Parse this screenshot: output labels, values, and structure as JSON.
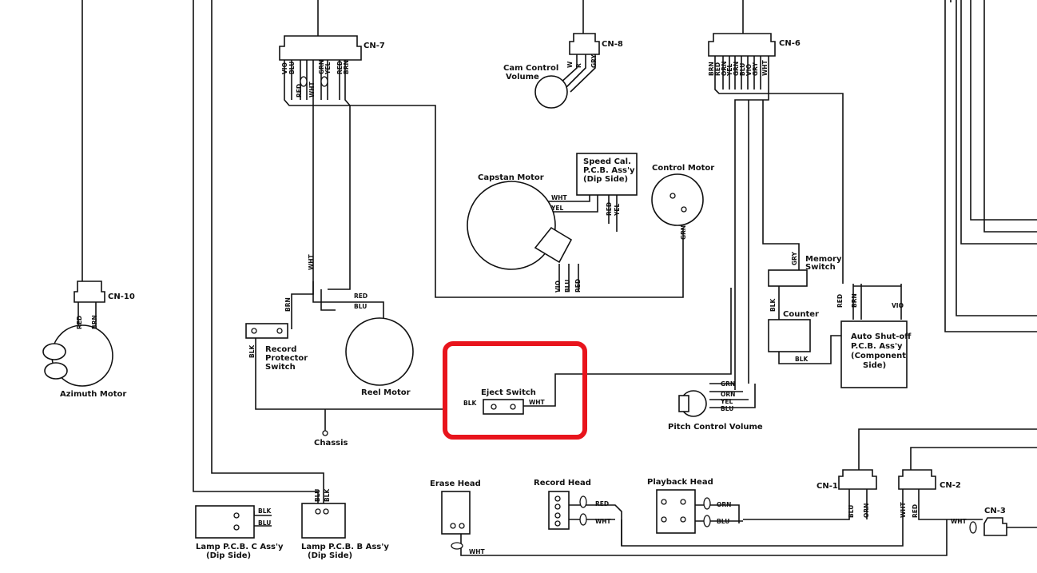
{
  "components": {
    "cn10": "CN-10",
    "azimuth_motor": "Azimuth Motor",
    "cn7": "CN-7",
    "cn8": "CN-8",
    "cn6": "CN-6",
    "cn1": "CN-1",
    "cn2": "CN-2",
    "cn3": "CN-3",
    "cam_control_1": "Cam Control",
    "cam_control_2": "Volume",
    "capstan_motor": "Capstan Motor",
    "speed_cal_1": "Speed Cal.",
    "speed_cal_2": "P.C.B. Ass'y",
    "speed_cal_3": "(Dip Side)",
    "control_motor": "Control Motor",
    "memory_switch_1": "Memory",
    "memory_switch_2": "Switch",
    "counter": "Counter",
    "auto_shutoff_1": "Auto Shut-off",
    "auto_shutoff_2": "P.C.B. Ass'y",
    "auto_shutoff_3": "(Component",
    "auto_shutoff_4": "Side)",
    "record_protector_1": "Record",
    "record_protector_2": "Protector",
    "record_protector_3": "Switch",
    "reel_motor": "Reel Motor",
    "eject_switch": "Eject Switch",
    "chassis": "Chassis",
    "pitch_control": "Pitch Control Volume",
    "erase_head": "Erase Head",
    "record_head": "Record Head",
    "playback_head": "Playback Head",
    "lamp_c_1": "Lamp P.C.B. C Ass'y",
    "lamp_c_2": "(Dip Side)",
    "lamp_b_1": "Lamp P.C.B. B Ass'y",
    "lamp_b_2": "(Dip Side)"
  },
  "wires": {
    "cn10_red": "RED",
    "cn10_brn": "BRN",
    "cn7_vio": "VIO",
    "cn7_blu": "BLU",
    "cn7_red": "RED",
    "cn7_wht": "WHT",
    "cn7_grn": "GRN",
    "cn7_yel": "YEL",
    "cn7_red2": "RED",
    "cn7_brn": "BRN",
    "cn8_w": "W",
    "cn8_r": "R",
    "cn8_gry": "GRY",
    "cn6_brn": "BRN",
    "cn6_red": "RED",
    "cn6_orn": "ORN",
    "cn6_yel": "YEL",
    "cn6_grn": "GRN",
    "cn6_blu": "BLU",
    "cn6_vio": "VIO",
    "cn6_gry": "GRY",
    "cn6_wht": "WHT",
    "speed_wht": "WHT",
    "speed_yel": "YEL",
    "speed_red": "RED",
    "speed_yel2": "YEL",
    "capstan_vio": "VIO",
    "capstan_blu": "BLU",
    "capstan_red": "RED",
    "control_grn": "GRN",
    "wht_main": "WHT",
    "reel_red": "RED",
    "reel_blu": "BLU",
    "rp_brn": "BRN",
    "rp_blk": "BLK",
    "eject_blk": "BLK",
    "eject_wht": "WHT",
    "mem_gry": "GRY",
    "counter_blk": "BLK",
    "counter_blk2": "BLK",
    "asp_red": "RED",
    "asp_brn": "BRN",
    "asp_vio": "VIO",
    "pitch_grn": "GRN",
    "pitch_orn": "ORN",
    "pitch_yel": "YEL",
    "pitch_blu": "BLU",
    "lampc_blk": "BLK",
    "lampc_blu": "BLU",
    "lampb_blu": "BLU",
    "lampb_blk": "BLK",
    "erase_wht": "WHT",
    "rec_red": "RED",
    "rec_wht": "WHT",
    "pb_orn": "ORN",
    "pb_blu": "BLU",
    "cn1_blu": "BLU",
    "cn1_orn": "ORN",
    "cn2_wht": "WHT",
    "cn2_red": "RED",
    "cn3_wht": "WHT"
  },
  "highlight": {
    "color": "#e8141c",
    "target": "eject_switch"
  }
}
